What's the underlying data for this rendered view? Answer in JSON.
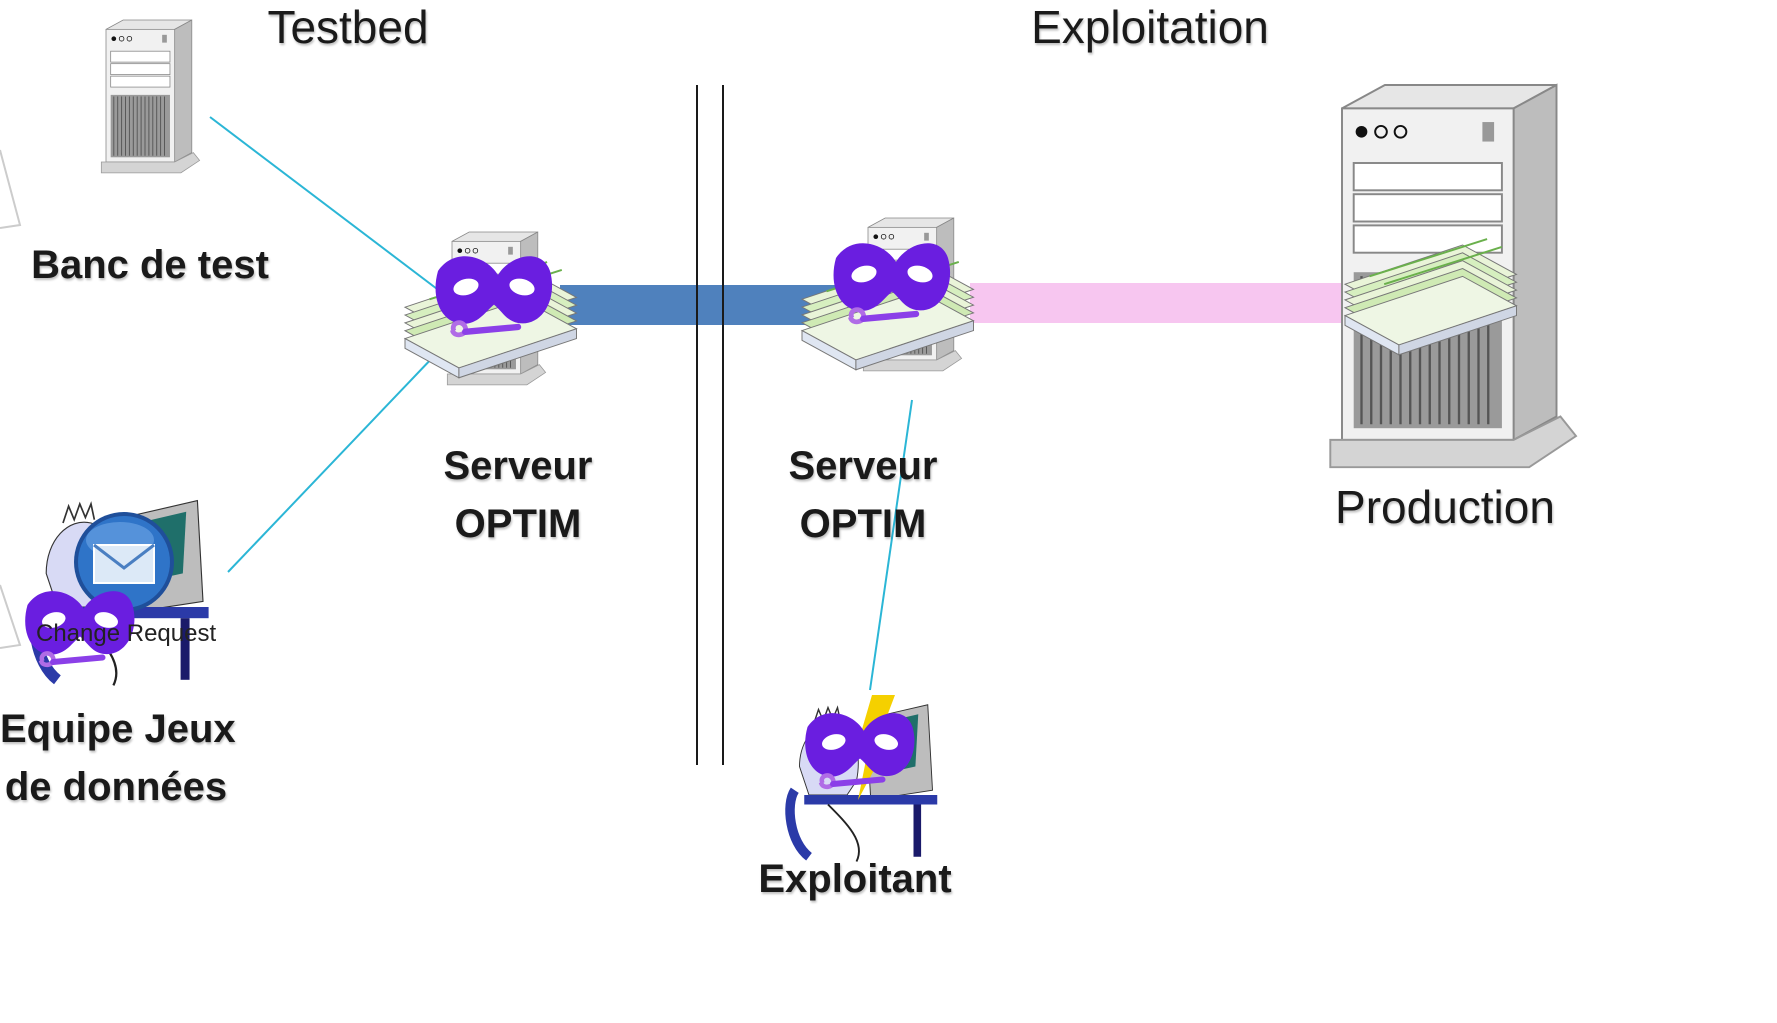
{
  "zones": {
    "testbed": "Testbed",
    "exploitation": "Exploitation"
  },
  "nodes": {
    "banc_de_test": "Banc de test",
    "serveur_left_1": "Serveur",
    "serveur_left_2": "OPTIM",
    "serveur_right_1": "Serveur",
    "serveur_right_2": "OPTIM",
    "production": "Production",
    "equipe_1": "Equipe Jeux",
    "equipe_2": "de données",
    "exploitant": "Exploitant"
  },
  "annotations": {
    "change_request": "Change Request"
  },
  "colors": {
    "link_thin": "#2bb6d6",
    "link_blue": "#4f81bd",
    "link_pink": "#f7c6f0",
    "mask": "#6a1ee0",
    "divider": "#1a1a1a"
  }
}
